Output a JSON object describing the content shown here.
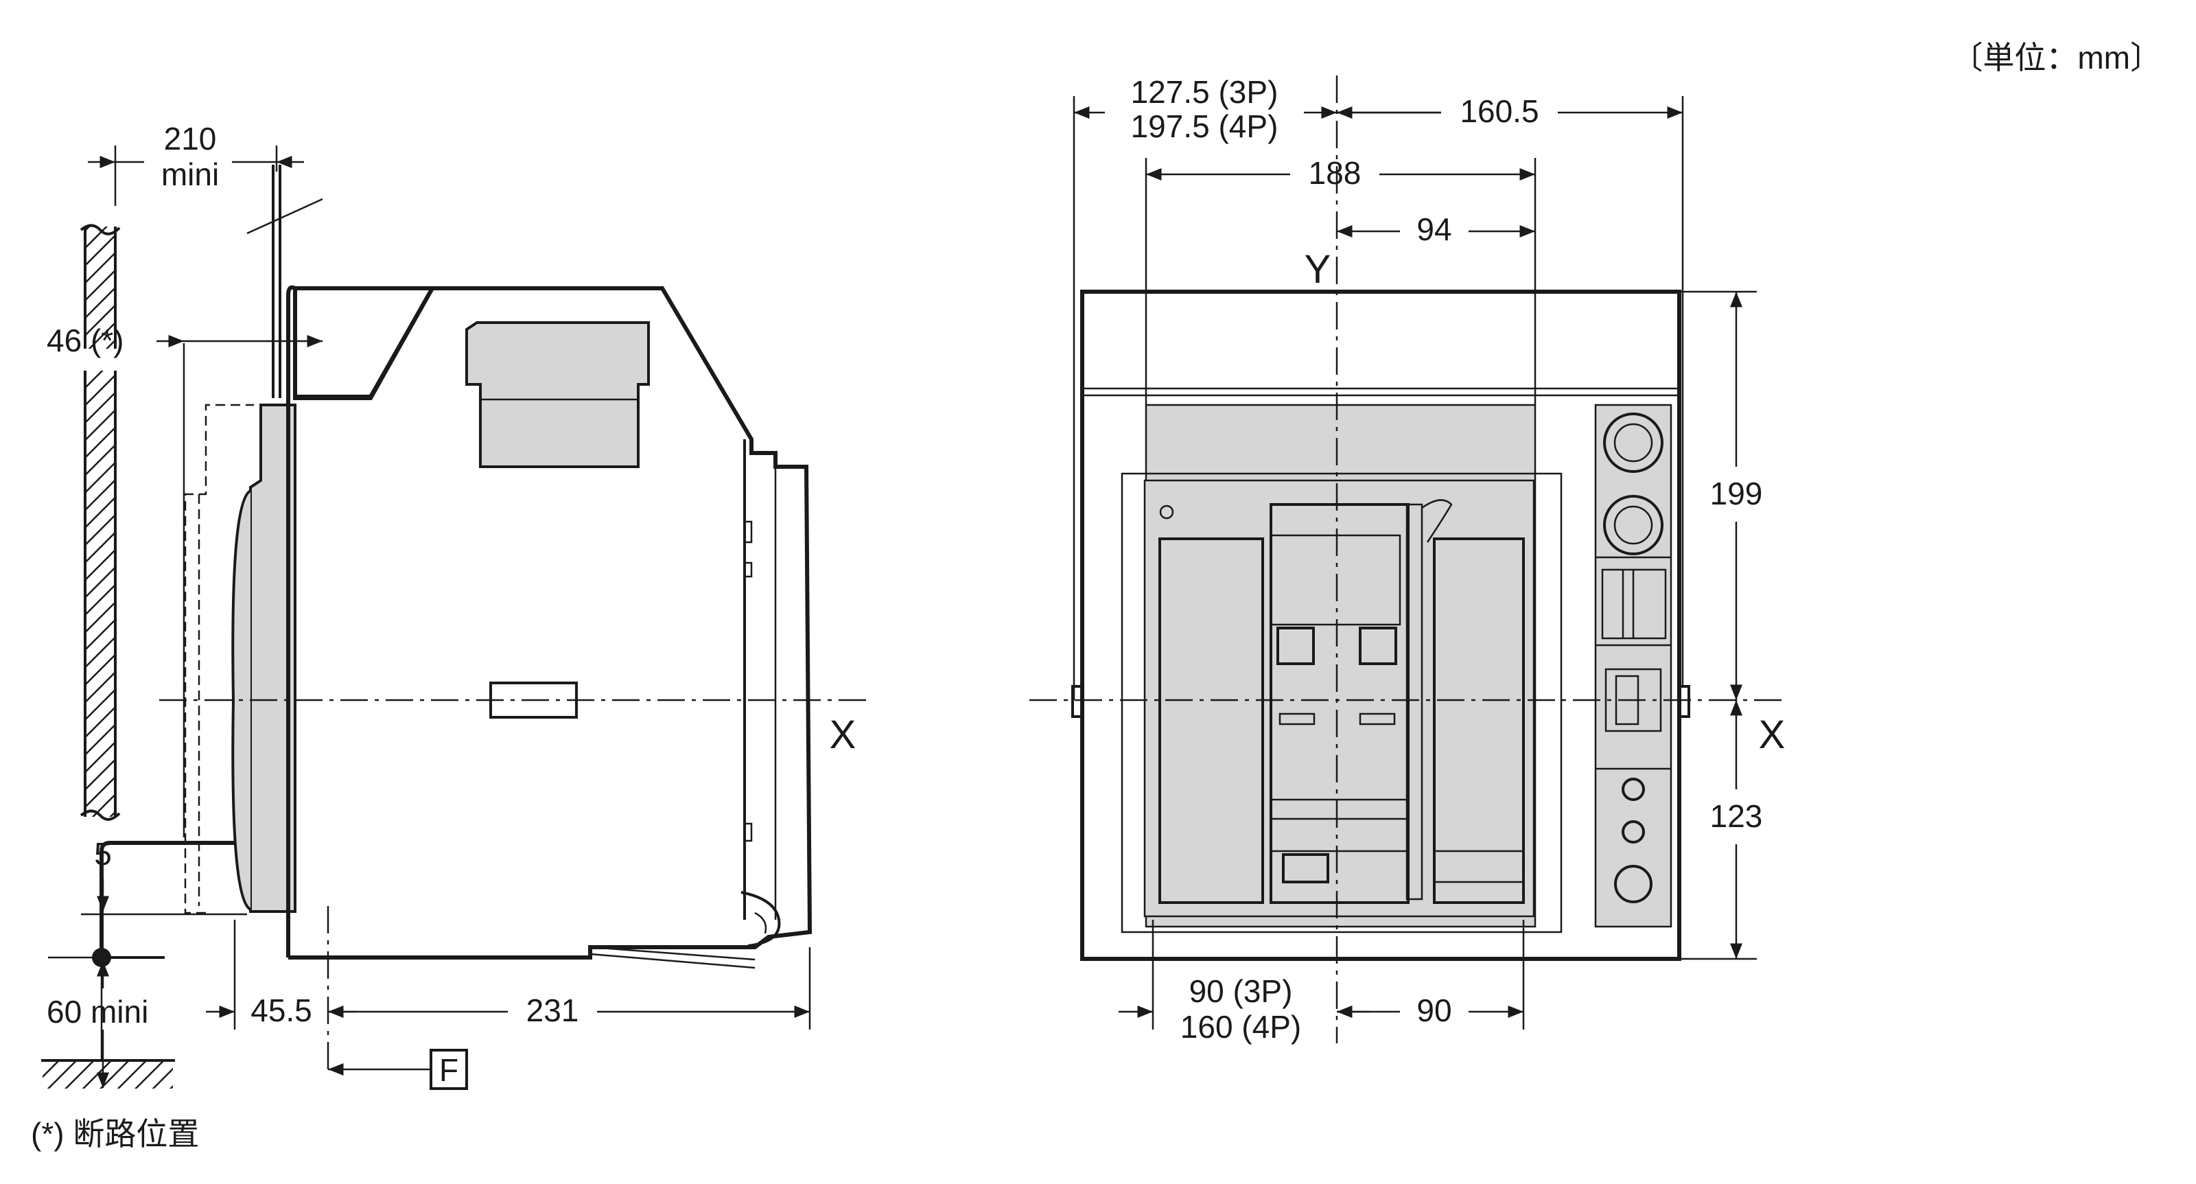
{
  "unit_label": "〔単位：mm〕",
  "footnote": "(*) 断路位置",
  "side_view": {
    "dim_210": "210",
    "dim_210_sub": "mini",
    "dim_46": "46 (*)",
    "dim_5": "5",
    "dim_60": "60 mini",
    "dim_45_5": "45.5",
    "dim_231": "231",
    "label_x": "X",
    "label_f": "F"
  },
  "front_view": {
    "dim_127_5": "127.5 (3P)",
    "dim_197_5": "197.5 (4P)",
    "dim_160_5": "160.5",
    "dim_188": "188",
    "dim_94": "94",
    "dim_199": "199",
    "dim_123": "123",
    "dim_90_3p": "90 (3P)",
    "dim_160_4p": "160 (4P)",
    "dim_90": "90",
    "label_x": "X",
    "label_y": "Y"
  }
}
